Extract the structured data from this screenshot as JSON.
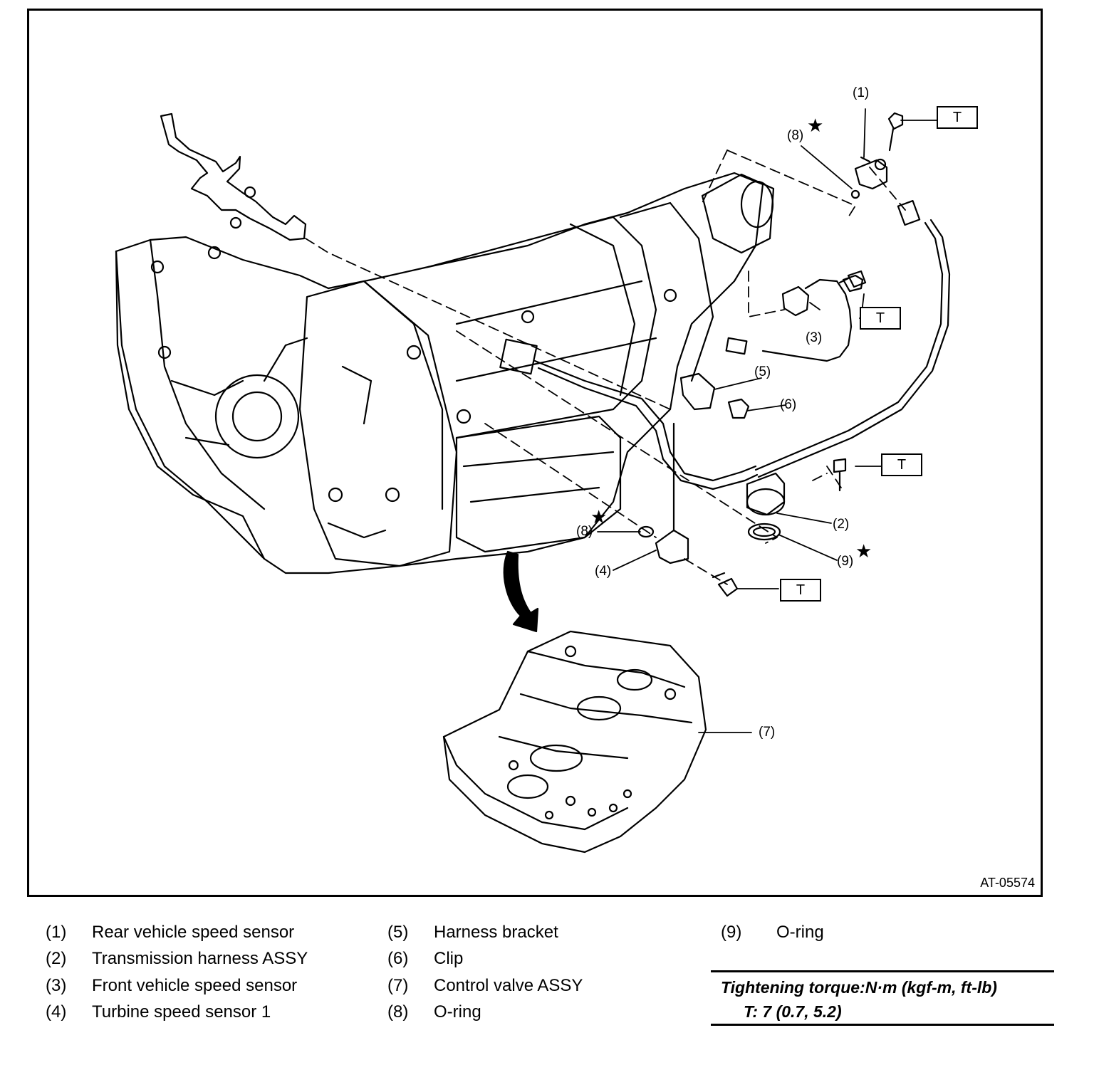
{
  "figure": {
    "id": "AT-05574",
    "callouts": {
      "c1": "(1)",
      "c2": "(2)",
      "c3": "(3)",
      "c4": "(4)",
      "c5": "(5)",
      "c6": "(6)",
      "c7": "(7)",
      "c8a": "(8)",
      "c8b": "(8)",
      "c9": "(9)"
    },
    "torque_mark": "T",
    "star_mark": "★"
  },
  "legend": [
    {
      "num": "(1)",
      "name": "Rear vehicle speed sensor"
    },
    {
      "num": "(2)",
      "name": "Transmission harness ASSY"
    },
    {
      "num": "(3)",
      "name": "Front vehicle speed sensor"
    },
    {
      "num": "(4)",
      "name": "Turbine speed sensor 1"
    },
    {
      "num": "(5)",
      "name": "Harness bracket"
    },
    {
      "num": "(6)",
      "name": "Clip"
    },
    {
      "num": "(7)",
      "name": "Control valve ASSY"
    },
    {
      "num": "(8)",
      "name": "O-ring"
    },
    {
      "num": "(9)",
      "name": "O-ring"
    }
  ],
  "torque": {
    "title": "Tightening torque:N·m (kgf-m, ft-lb)",
    "value": "T:   7 (0.7, 5.2)"
  }
}
